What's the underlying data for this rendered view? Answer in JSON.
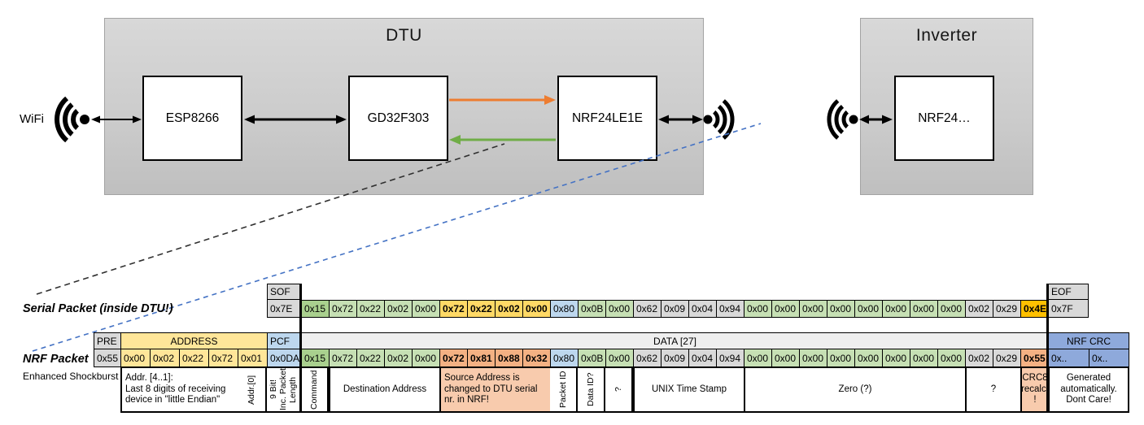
{
  "colors": {
    "gray": "#D9D9D9",
    "data_header_gray": "#EFEFEF",
    "yellow": "#FFE699",
    "gold": "#FFD966",
    "amber": "#FFC000",
    "blue": "#BDD7EE",
    "blue_dark": "#8EA9DB",
    "green_dark": "#A9D08E",
    "green_light": "#C6E0B4",
    "salmon": "#F4B183",
    "salmon_light": "#F8CBAD",
    "arrow_orange": "#ED7D31",
    "arrow_green": "#70AD47",
    "dash_blue": "#4472C4",
    "white": "#FFFFFF"
  },
  "diagram": {
    "wifi_label": "WiFi",
    "dtu": {
      "title": "DTU",
      "components": [
        "ESP8266",
        "GD32F303",
        "NRF24LE1E"
      ]
    },
    "inverter": {
      "title": "Inverter",
      "components": [
        "NRF24…"
      ]
    }
  },
  "serial_packet": {
    "label": "Serial Packet (inside DTU!)",
    "sof_header": "SOF",
    "sof_value": "0x7E",
    "eof_header": "EOF",
    "eof_value": "0x7F",
    "bytes": [
      {
        "v": "0x15",
        "c": "green_dark"
      },
      {
        "v": "0x72",
        "c": "green_light"
      },
      {
        "v": "0x22",
        "c": "green_light"
      },
      {
        "v": "0x02",
        "c": "green_light"
      },
      {
        "v": "0x00",
        "c": "green_light"
      },
      {
        "v": "0x72",
        "c": "gold",
        "b": true
      },
      {
        "v": "0x22",
        "c": "gold",
        "b": true
      },
      {
        "v": "0x02",
        "c": "gold",
        "b": true
      },
      {
        "v": "0x00",
        "c": "gold",
        "b": true
      },
      {
        "v": "0x80",
        "c": "blue"
      },
      {
        "v": "0x0B",
        "c": "green_light"
      },
      {
        "v": "0x00",
        "c": "green_light"
      },
      {
        "v": "0x62",
        "c": "gray"
      },
      {
        "v": "0x09",
        "c": "gray"
      },
      {
        "v": "0x04",
        "c": "gray"
      },
      {
        "v": "0x94",
        "c": "gray"
      },
      {
        "v": "0x00",
        "c": "green_light"
      },
      {
        "v": "0x00",
        "c": "green_light"
      },
      {
        "v": "0x00",
        "c": "green_light"
      },
      {
        "v": "0x00",
        "c": "green_light"
      },
      {
        "v": "0x00",
        "c": "green_light"
      },
      {
        "v": "0x00",
        "c": "green_light"
      },
      {
        "v": "0x00",
        "c": "green_light"
      },
      {
        "v": "0x00",
        "c": "green_light"
      },
      {
        "v": "0x02",
        "c": "gray"
      },
      {
        "v": "0x29",
        "c": "gray"
      },
      {
        "v": "0x4E",
        "c": "amber",
        "b": true
      }
    ]
  },
  "nrf_packet": {
    "label": "NRF Packet",
    "sublabel": "Enhanced Shockburst",
    "pre_header": "PRE",
    "pre_value": "0x55",
    "address_header": "ADDRESS",
    "address_values": [
      "0x00",
      "0x02",
      "0x22",
      "0x72",
      "0x01"
    ],
    "pcf_header": "PCF",
    "pcf_value": "0x0DA",
    "data_header": "DATA [27]",
    "bytes": [
      {
        "v": "0x15",
        "c": "green_dark"
      },
      {
        "v": "0x72",
        "c": "green_light"
      },
      {
        "v": "0x22",
        "c": "green_light"
      },
      {
        "v": "0x02",
        "c": "green_light"
      },
      {
        "v": "0x00",
        "c": "green_light"
      },
      {
        "v": "0x72",
        "c": "salmon",
        "b": true
      },
      {
        "v": "0x81",
        "c": "salmon",
        "b": true
      },
      {
        "v": "0x88",
        "c": "salmon",
        "b": true
      },
      {
        "v": "0x32",
        "c": "salmon",
        "b": true
      },
      {
        "v": "0x80",
        "c": "blue"
      },
      {
        "v": "0x0B",
        "c": "green_light"
      },
      {
        "v": "0x00",
        "c": "green_light"
      },
      {
        "v": "0x62",
        "c": "gray"
      },
      {
        "v": "0x09",
        "c": "gray"
      },
      {
        "v": "0x04",
        "c": "gray"
      },
      {
        "v": "0x94",
        "c": "gray"
      },
      {
        "v": "0x00",
        "c": "green_light"
      },
      {
        "v": "0x00",
        "c": "green_light"
      },
      {
        "v": "0x00",
        "c": "green_light"
      },
      {
        "v": "0x00",
        "c": "green_light"
      },
      {
        "v": "0x00",
        "c": "green_light"
      },
      {
        "v": "0x00",
        "c": "green_light"
      },
      {
        "v": "0x00",
        "c": "green_light"
      },
      {
        "v": "0x00",
        "c": "green_light"
      },
      {
        "v": "0x02",
        "c": "gray"
      },
      {
        "v": "0x29",
        "c": "gray"
      },
      {
        "v": "0x55",
        "c": "salmon",
        "b": true
      }
    ],
    "crc_header": "NRF CRC",
    "crc_values": [
      "0x..",
      "0x.."
    ]
  },
  "annotations": [
    {
      "text": "Addr. [4..1]:\nLast 8 digits of receiving\ndevice in \"little Endian\"",
      "col": 1,
      "span": 4,
      "align": "left"
    },
    {
      "text": "Addr.[0]",
      "col": 5,
      "span": 1,
      "rot": true
    },
    {
      "text": "9 Bit!\nInc. Packet\nLength",
      "col": 6,
      "span": 1,
      "rot": true
    },
    {
      "text": "Command",
      "col": 7,
      "span": 1,
      "rot": true
    },
    {
      "text": "Destination Address",
      "col": 8,
      "span": 4
    },
    {
      "text": "Source Address is\nchanged to DTU serial\nnr. in NRF!",
      "col": 12,
      "span": 4,
      "bg": "salmon_light",
      "align": "left"
    },
    {
      "text": "Packet ID",
      "col": 16,
      "span": 1,
      "rot": true
    },
    {
      "text": "Data ID?",
      "col": 17,
      "span": 1,
      "rot": true
    },
    {
      "text": "?",
      "col": 18,
      "span": 1,
      "rot": true
    },
    {
      "text": "UNIX Time Stamp",
      "col": 19,
      "span": 4
    },
    {
      "text": "Zero (?)",
      "col": 23,
      "span": 8
    },
    {
      "text": "?",
      "col": 31,
      "span": 2
    },
    {
      "text": "CRC8\nrecalc.\n!",
      "col": 33,
      "span": 1,
      "bg": "salmon_light"
    },
    {
      "text": "Generated\nautomatically.\nDont Care!",
      "col": 34,
      "span": 2
    }
  ]
}
